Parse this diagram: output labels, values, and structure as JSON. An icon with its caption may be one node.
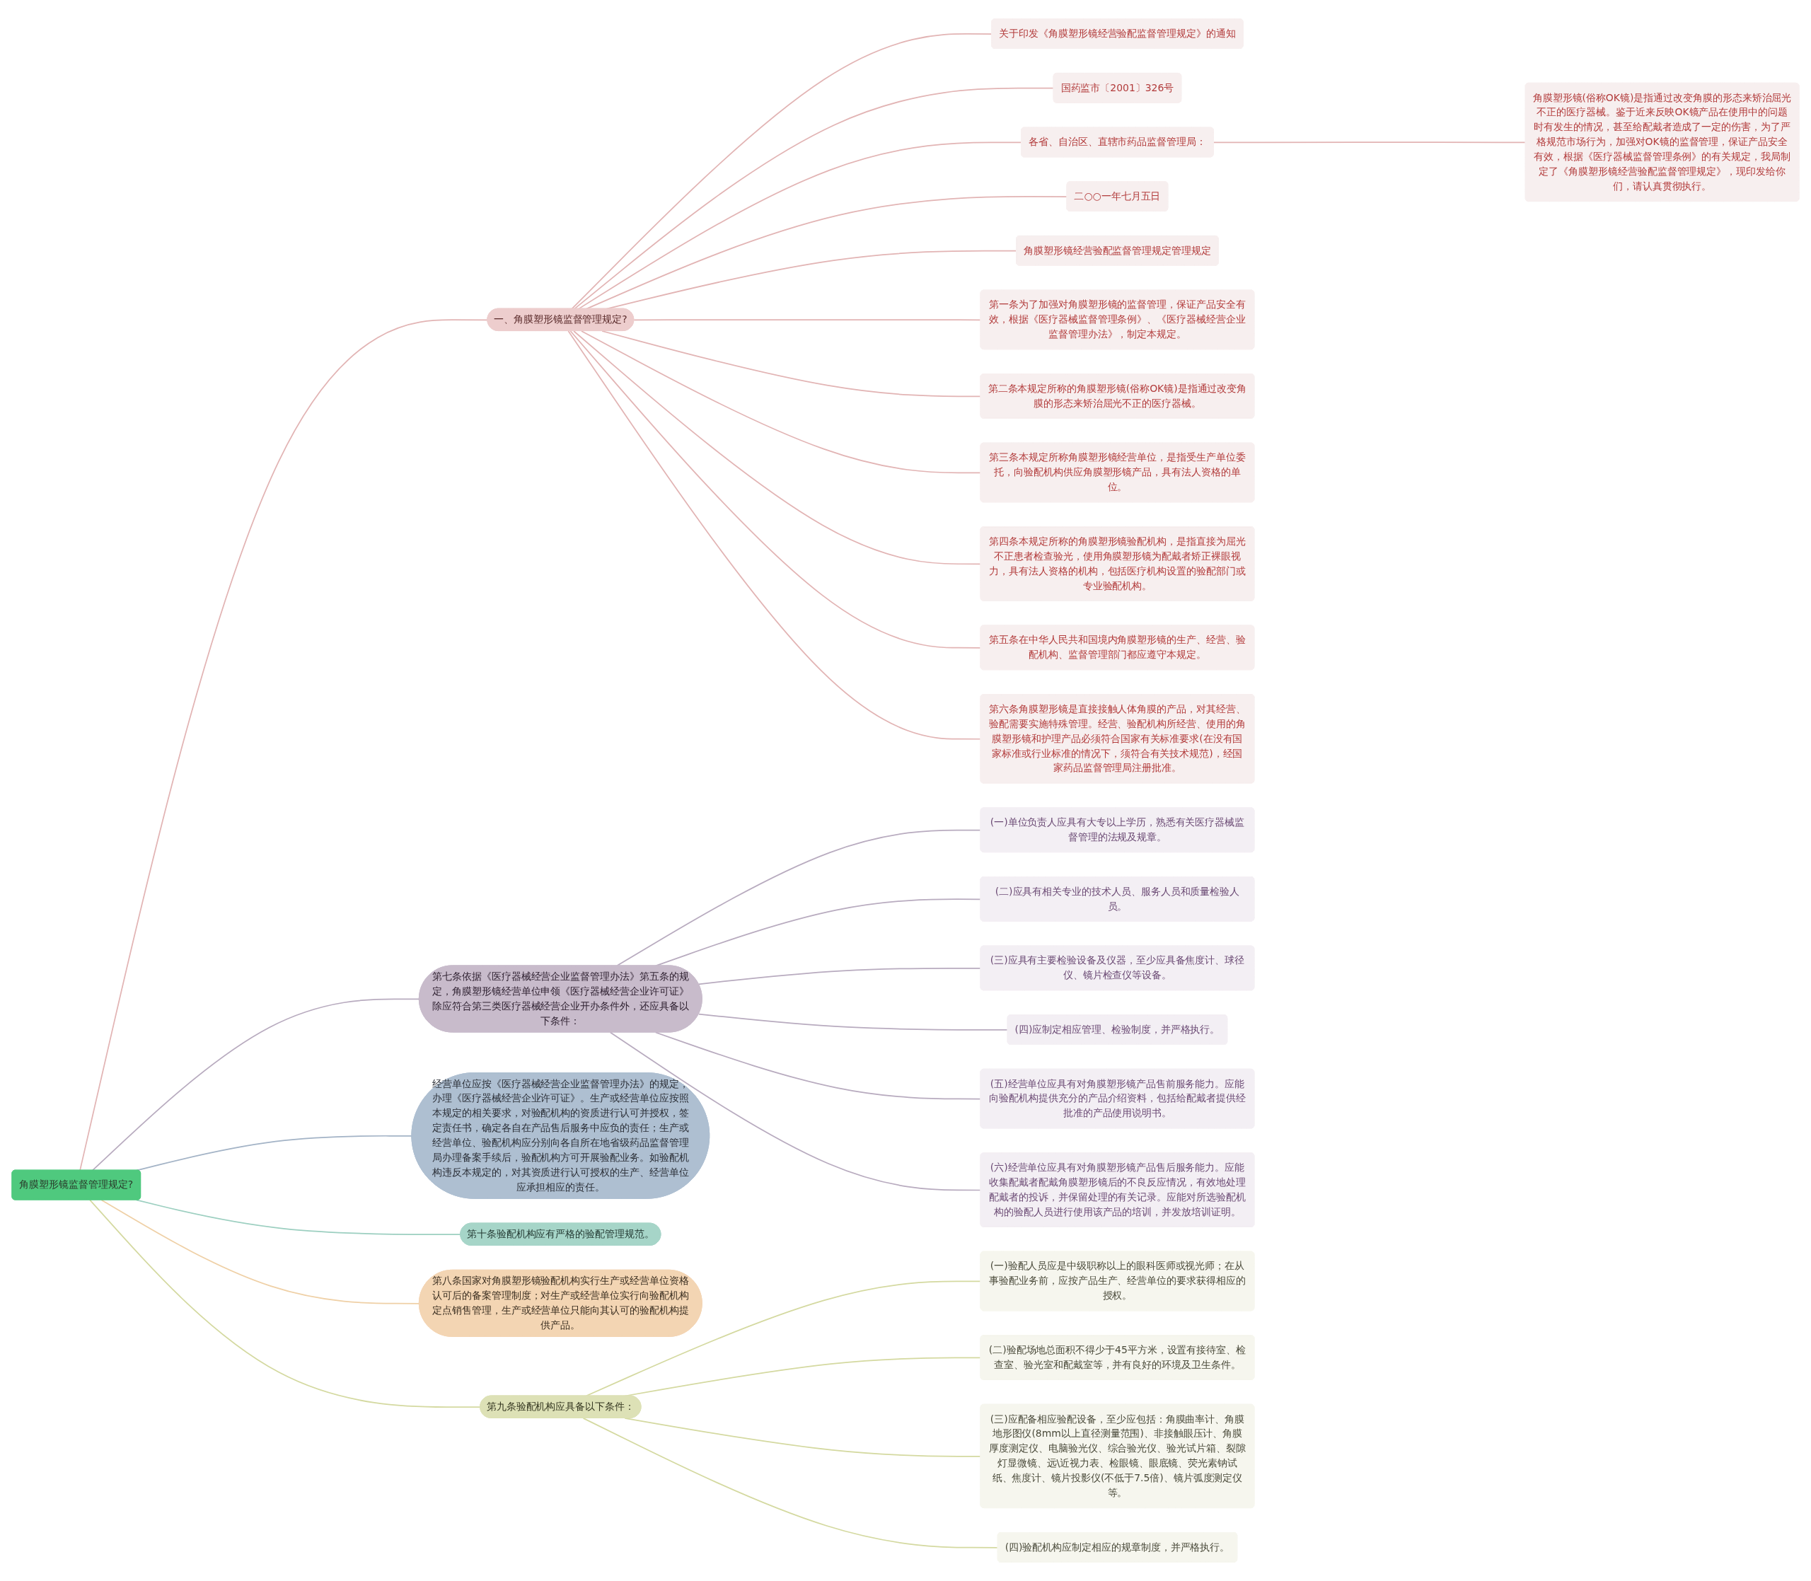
{
  "diagram": {
    "nodes": [
      {
        "text": [
          "角膜塑形镜监督管理规定?"
        ]
      },
      {
        "text": [
          "一、角膜塑形镜监督管理规定?"
        ]
      },
      {
        "text": [
          "关于印发《角膜塑形镜经营验配监督管理规定》的通知"
        ]
      },
      {
        "text": [
          "国药监市〔2001〕326号"
        ]
      },
      {
        "text": [
          "各省、自治区、直辖市药品监督管理局："
        ]
      },
      {
        "text": [
          "角膜塑形镜(俗称OK镜)是指通过改变角膜的形态来矫治屈光不正的医疗器械。鉴于近来反映OK镜产品在使用中的问题时有发生的情况，甚至给配戴者造成了一定的伤害，为了严格规范市场行为，加强对OK镜的监督管理，保证产品安全有效，根据《医疗器械监督管理条例》的有关规定，我局制定了《角膜塑形镜经营验配监督管理规定》，现印发给你们，请认真贯彻执行。"
        ]
      },
      {
        "text": [
          "二○○一年七月五日"
        ]
      },
      {
        "text": [
          "角膜塑形镜经营验配监督管理规定管理规定"
        ]
      },
      {
        "text": [
          "第一条为了加强对角膜塑形镜的监督管理，保证产品安全有效，根据《医疗器械监督管理条例》、《医疗器械经营企业监督管理办法》，制定本规定。"
        ]
      },
      {
        "text": [
          "第二条本规定所称的角膜塑形镜(俗称OK镜)是指通过改变角膜的形态来矫治屈光不正的医疗器械。"
        ]
      },
      {
        "text": [
          "第三条本规定所称角膜塑形镜经营单位，是指受生产单位委托，向验配机构供应角膜塑形镜产品，具有法人资格的单位。"
        ]
      },
      {
        "text": [
          "第四条本规定所称的角膜塑形镜验配机构，是指直接为屈光不正患者检查验光，使用角膜塑形镜为配戴者矫正裸眼视力，具有法人资格的机构，包括医疗机构设置的验配部门或专业验配机构。"
        ]
      },
      {
        "text": [
          "第五条在中华人民共和国境内角膜塑形镜的生产、经营、验配机构、监督管理部门都应遵守本规定。"
        ]
      },
      {
        "text": [
          "第六条角膜塑形镜是直接接触人体角膜的产品，对其经营、验配需要实施特殊管理。经营、验配机构所经营、使用的角膜塑形镜和护理产品必须符合国家有关标准要求(在没有国家标准或行业标准的情况下，须符合有关技术规范)，经国家药品监督管理局注册批准。"
        ]
      },
      {
        "text": [
          "第七条依据《医疗器械经营企业监督管理办法》第五条的规定，角膜塑形镜经营单位申领《医疗器械经营企业许可证》除应符合第三类医疗器械经营企业开办条件外，还应具备以下条件："
        ]
      },
      {
        "text": [
          "(一)单位负责人应具有大专以上学历，熟悉有关医疗器械监督管理的法规及规章。"
        ]
      },
      {
        "text": [
          "(二)应具有相关专业的技术人员、服务人员和质量检验人员。"
        ]
      },
      {
        "text": [
          "(三)应具有主要检验设备及仪器，至少应具备焦度计、球径仪、镜片检查仪等设备。"
        ]
      },
      {
        "text": [
          "(四)应制定相应管理、检验制度，并严格执行。"
        ]
      },
      {
        "text": [
          "(五)经营单位应具有对角膜塑形镜产品售前服务能力。应能向验配机构提供充分的产品介绍资料，包括给配戴者提供经批准的产品使用说明书。"
        ]
      },
      {
        "text": [
          "(六)经营单位应具有对角膜塑形镜产品售后服务能力。应能收集配戴者配戴角膜塑形镜后的不良反应情况，有效地处理配戴者的投诉，并保留处理的有关记录。应能对所选验配机构的验配人员进行使用该产品的培训，并发放培训证明。"
        ]
      },
      {
        "text": [
          "经营单位应按《医疗器械经营企业监督管理办法》的规定，办理《医疗器械经营企业许可证》。生产或经营单位应按照本规定的相关要求，对验配机构的资质进行认可并授权，签定责任书，确定各自在产品售后服务中应负的责任；生产或经营单位、验配机构应分别向各自所在地省级药品监督管理局办理备案手续后，验配机构方可开展验配业务。如验配机构违反本规定的，对其资质进行认可授权的生产、经营单位应承担相应的责任。"
        ]
      },
      {
        "text": [
          "第十条验配机构应有严格的验配管理规范。"
        ]
      },
      {
        "text": [
          "第八条国家对角膜塑形镜验配机构实行生产或经营单位资格认可后的备案管理制度；对生产或经营单位实行向验配机构定点销售管理，生产或经营单位只能向其认可的验配机构提供产品。"
        ]
      },
      {
        "text": [
          "第九条验配机构应具备以下条件："
        ]
      },
      {
        "text": [
          "(一)验配人员应是中级职称以上的眼科医师或视光师；在从事验配业务前，应按产品生产、经营单位的要求获得相应的授权。"
        ]
      },
      {
        "text": [
          "(二)验配场地总面积不得少于45平方米，设置有接待室、检查室、验光室和配戴室等，并有良好的环境及卫生条件。"
        ]
      },
      {
        "text": [
          "(三)应配备相应验配设备，至少应包括：角膜曲率计、角膜地形图仪(8mm以上直径测量范围)、非接触眼压计、角膜厚度测定仪、电脑验光仪、综合验光仪、验光试片箱、裂隙灯显微镜、远\\近视力表、检眼镜、眼底镜、荧光素钠试纸、焦度计、镜片投影仪(不低于7.5倍)、镜片弧度测定仪等。"
        ]
      },
      {
        "text": [
          "(四)验配机构应制定相应的规章制度，并严格执行。"
        ]
      }
    ],
    "edges": [
      {
        "from": 0,
        "to": 1,
        "arrow": "none"
      },
      {
        "from": 1,
        "to": 2,
        "arrow": "none"
      },
      {
        "from": 1,
        "to": 3,
        "arrow": "none"
      },
      {
        "from": 1,
        "to": 4,
        "arrow": "none"
      },
      {
        "from": 4,
        "to": 5,
        "arrow": "none"
      },
      {
        "from": 1,
        "to": 6,
        "arrow": "none"
      },
      {
        "from": 1,
        "to": 7,
        "arrow": "none"
      },
      {
        "from": 1,
        "to": 8,
        "arrow": "none"
      },
      {
        "from": 1,
        "to": 9,
        "arrow": "none"
      },
      {
        "from": 1,
        "to": 10,
        "arrow": "none"
      },
      {
        "from": 1,
        "to": 11,
        "arrow": "none"
      },
      {
        "from": 1,
        "to": 12,
        "arrow": "none"
      },
      {
        "from": 1,
        "to": 13,
        "arrow": "none"
      },
      {
        "from": 0,
        "to": 14,
        "arrow": "none",
        "color": "#b8abbf"
      },
      {
        "from": 14,
        "to": 15,
        "arrow": "none",
        "color": "#b8abbf"
      },
      {
        "from": 14,
        "to": 16,
        "arrow": "none",
        "color": "#b8abbf"
      },
      {
        "from": 14,
        "to": 17,
        "arrow": "none",
        "color": "#b8abbf"
      },
      {
        "from": 14,
        "to": 18,
        "arrow": "none",
        "color": "#b8abbf"
      },
      {
        "from": 14,
        "to": 19,
        "arrow": "none",
        "color": "#b8abbf"
      },
      {
        "from": 14,
        "to": 20,
        "arrow": "none",
        "color": "#b8abbf"
      },
      {
        "from": 0,
        "to": 21,
        "arrow": "none",
        "color": "#a3b3c6"
      },
      {
        "from": 0,
        "to": 22,
        "arrow": "none",
        "color": "#9ccfc0"
      },
      {
        "from": 0,
        "to": 23,
        "arrow": "none",
        "color": "#efd0a6"
      },
      {
        "from": 0,
        "to": 24,
        "arrow": "none",
        "color": "#d4d9a0"
      },
      {
        "from": 24,
        "to": 25,
        "arrow": "none",
        "color": "#d4d9a0"
      },
      {
        "from": 24,
        "to": 26,
        "arrow": "none",
        "color": "#d4d9a0"
      },
      {
        "from": 24,
        "to": 27,
        "arrow": "none",
        "color": "#d4d9a0"
      },
      {
        "from": 24,
        "to": 28,
        "arrow": "none",
        "color": "#d4d9a0"
      }
    ]
  }
}
